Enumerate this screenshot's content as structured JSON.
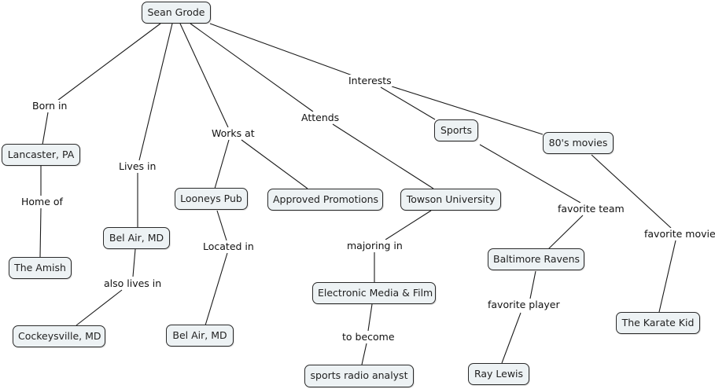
{
  "concept_map": {
    "nodes": {
      "sean": "Sean Grode",
      "lancaster": "Lancaster, PA",
      "amish": "The Amish",
      "belair1": "Bel Air, MD",
      "cockeysville": "Cockeysville, MD",
      "looneys": "Looneys Pub",
      "approved": "Approved Promotions",
      "belair2": "Bel Air, MD",
      "towson": "Towson University",
      "emf": "Electronic Media & Film",
      "analyst": "sports radio analyst",
      "sports": "Sports",
      "movies80": "80's movies",
      "ravens": "Baltimore Ravens",
      "raylewis": "Ray Lewis",
      "karate": "The Karate Kid"
    },
    "links": {
      "born_in": "Born in",
      "home_of": "Home of",
      "lives_in": "Lives in",
      "also_lives_in": "also lives in",
      "works_at": "Works at",
      "located_in": "Located in",
      "attends": "Attends",
      "majoring_in": "majoring in",
      "to_become": "to become",
      "interests": "Interests",
      "favorite_team": "favorite team",
      "favorite_player": "favorite player",
      "favorite_movie": "favorite movie"
    },
    "colors": {
      "node_fill": "#edf2f4",
      "node_border": "#2a2a2a",
      "line": "#1a1a1a"
    }
  }
}
